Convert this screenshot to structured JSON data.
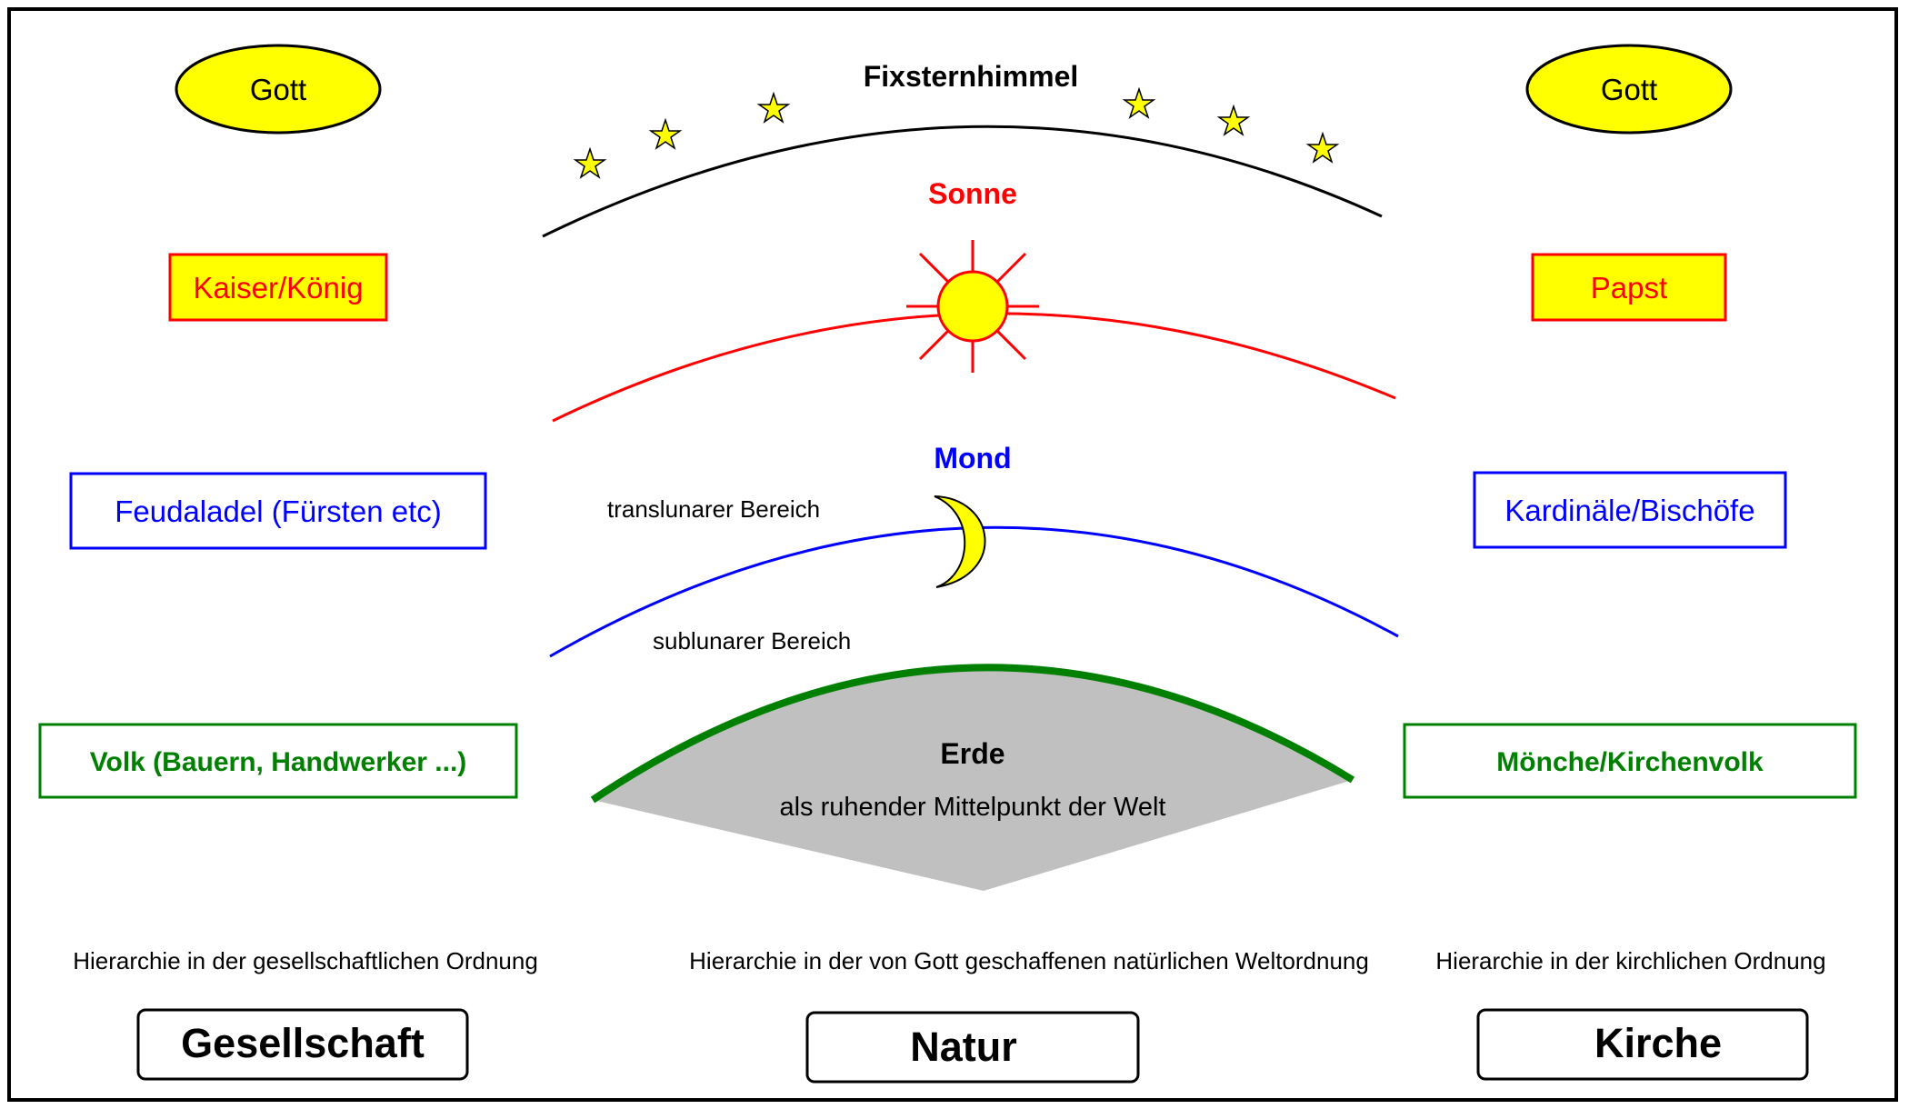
{
  "society": {
    "god": "Gott",
    "emperor": "Kaiser/König",
    "nobility": "Feudaladel (Fürsten etc)",
    "people": "Volk (Bauern, Handwerker ...)",
    "caption": "Hierarchie in der gesellschaftlichen Ordnung",
    "title": "Gesellschaft"
  },
  "nature": {
    "fixed_stars": "Fixsternhimmel",
    "sun": "Sonne",
    "moon": "Mond",
    "translunar": "translunarer Bereich",
    "sublunar": "sublunarer Bereich",
    "earth_title": "Erde",
    "earth_subtitle": "als ruhender Mittelpunkt der Welt",
    "caption": "Hierarchie in der von Gott geschaffenen natürlichen Weltordnung",
    "title": "Natur"
  },
  "church": {
    "god": "Gott",
    "pope": "Papst",
    "cardinals": "Kardinäle/Bischöfe",
    "monks": "Mönche/Kirchenvolk",
    "caption": "Hierarchie in der kirchlichen Ordnung",
    "title": "Kirche"
  },
  "colors": {
    "yellow": "#ffff00",
    "red": "#ff0000",
    "blue": "#0000ff",
    "green": "#008000",
    "earth_gray": "#c0c0c0",
    "black": "#000000"
  }
}
